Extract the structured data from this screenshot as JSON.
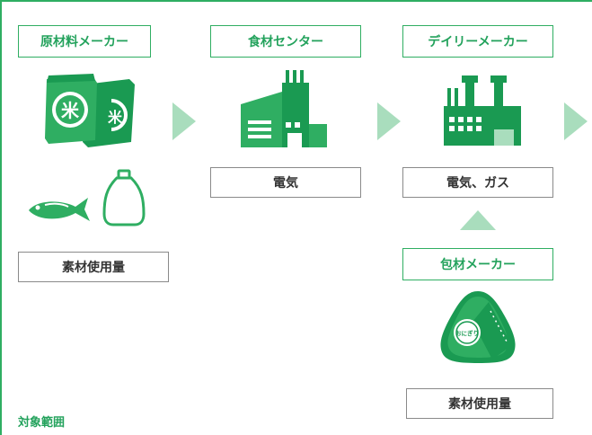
{
  "stages": {
    "raw_maker": "原材料メーカー",
    "food_center": "食材センター",
    "daily_maker": "デイリーメーカー",
    "packaging_maker": "包材メーカー"
  },
  "resources": {
    "raw_materials_usage": "素材使用量",
    "electricity": "電気",
    "electricity_gas": "電気、ガス",
    "packaging_materials_usage": "素材使用量"
  },
  "icon_text": {
    "rice_char": "米",
    "onigiri": "おにぎり"
  },
  "scope_label": "対象範囲",
  "colors": {
    "accent": "#2fae62",
    "icon_dark": "#1a9a52",
    "arrow": "#a9ddbd",
    "box_border": "#8a8a8a"
  }
}
